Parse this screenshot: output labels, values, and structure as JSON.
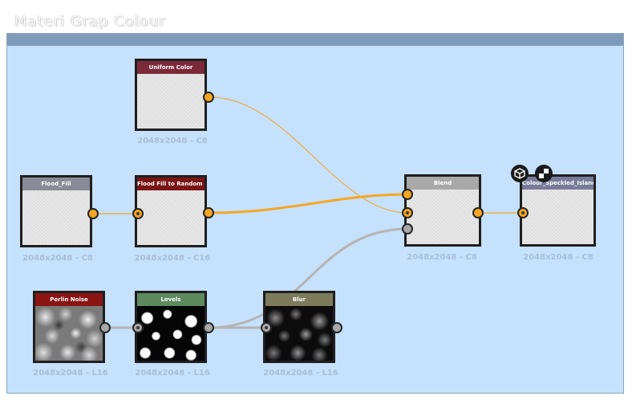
{
  "window": {
    "title": "Materi  Grap  Colour"
  },
  "colors": {
    "canvas_bg": "#c5e1fb",
    "wire_orange": "#f5a623",
    "wire_gray": "#b4b4b4"
  },
  "nodes": {
    "uniform_color": {
      "label": "Uniform Color",
      "caption": "2048x2048 - C8",
      "bar_color": "#7b2a3a"
    },
    "flood_fill": {
      "label": "Flood_Fill",
      "caption": "2048x2048 - C8",
      "bar_color": "#8a8a96"
    },
    "flood_fill_random": {
      "label": "Flood Fill to Random Co...",
      "caption": "2048x2048 - C16",
      "bar_color": "#7a1414"
    },
    "blend": {
      "label": "Blend",
      "caption": "2048x2048 - C8",
      "bar_color": "#a8a8a8"
    },
    "output": {
      "label": "Colour_Speckled_Islands",
      "caption": "2048x2048 - C8",
      "bar_color": "#787a9a"
    },
    "perlin_noise": {
      "label": "Perlin Noise",
      "caption": "2048x2048 - L16",
      "bar_color": "#8a1414"
    },
    "levels": {
      "label": "Levels",
      "caption": "2048x2048 - L16",
      "bar_color": "#5e8a5e"
    },
    "blur": {
      "label": "Blur",
      "caption": "2048x2048 - L16",
      "bar_color": "#7c7c5c"
    }
  },
  "icons": {
    "cube": "cube-icon",
    "checker": "checker-icon"
  }
}
